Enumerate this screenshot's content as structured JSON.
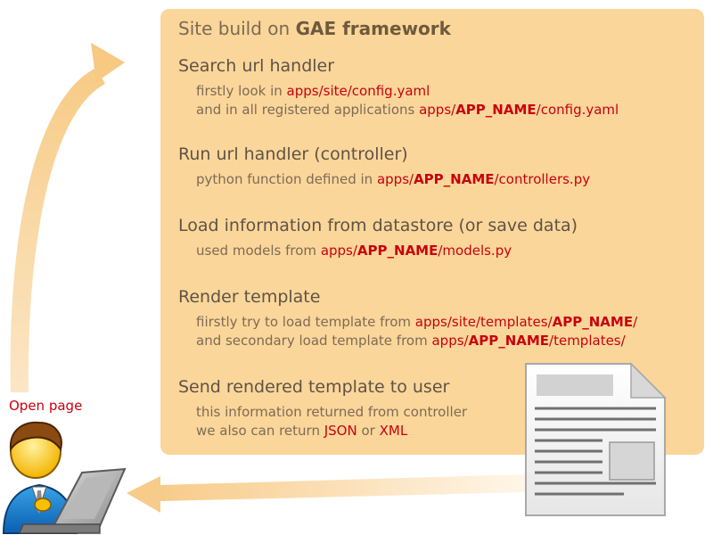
{
  "title": {
    "prefix": "Site build on",
    "emph": "GAE framework"
  },
  "steps": [
    {
      "heading": "Search url handler",
      "line1": {
        "text": "firstly look in ",
        "p1": "apps/site/config.yaml"
      },
      "line2": {
        "text": "and in all registered applications ",
        "p1": "apps/",
        "b": "APP_NAME",
        "p2": "/config.yaml"
      }
    },
    {
      "heading": "Run url handler (controller)",
      "line1": {
        "text": "python function defined in ",
        "p1": "apps/",
        "b": "APP_NAME",
        "p2": "/controllers.py"
      }
    },
    {
      "heading": "Load information from datastore (or save data)",
      "line1": {
        "text": "used models from ",
        "p1": "apps/",
        "b": "APP_NAME",
        "p2": "/models.py"
      }
    },
    {
      "heading": "Render template",
      "line1": {
        "text": "fiirstly try to load template from ",
        "p1": "apps/site/templates/",
        "b": "APP_NAME",
        "p2": "/"
      },
      "line2": {
        "text": "and secondary load template from ",
        "p1": "apps/",
        "b": "APP_NAME",
        "p2": "/templates/"
      }
    },
    {
      "heading": "Send rendered template to user",
      "line1": {
        "text": "this information returned from controller"
      },
      "line2": {
        "text": "we also can return ",
        "j": "JSON",
        "or": " or ",
        "x": "XML"
      }
    }
  ],
  "user_label": "Open page",
  "icons": {
    "user": "user-at-laptop-icon",
    "document": "document-icon"
  },
  "colors": {
    "panel": "#fbd69a",
    "highlight": "#c8000f",
    "arrow": "#f7cf8f"
  }
}
